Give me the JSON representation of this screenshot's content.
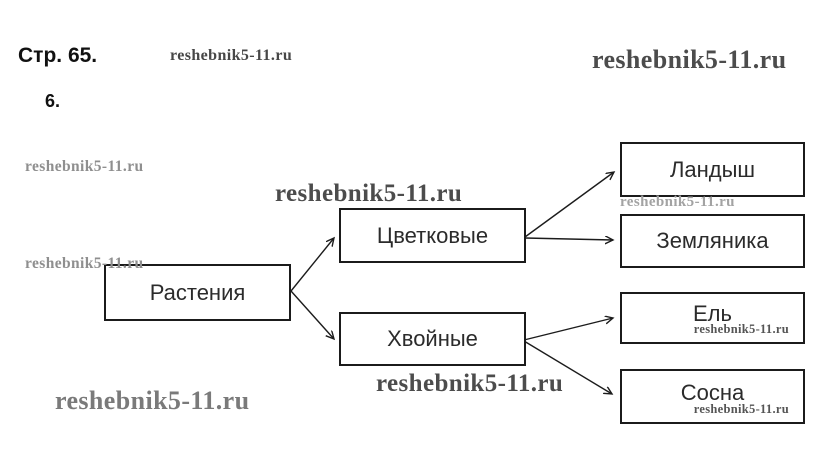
{
  "page": {
    "label": "Стр. 65.",
    "item_number": "6."
  },
  "watermarks": [
    {
      "id": "top-left-small",
      "text": "reshebnik5-11.ru"
    },
    {
      "id": "top-right-large",
      "text": "reshebnik5-11.ru"
    },
    {
      "id": "left-upper",
      "text": "reshebnik5-11.ru"
    },
    {
      "id": "left-mid",
      "text": "reshebnik5-11.ru"
    },
    {
      "id": "above-cvetkovye",
      "text": "reshebnik5-11.ru"
    },
    {
      "id": "below-hvoynye",
      "text": "reshebnik5-11.ru"
    },
    {
      "id": "bottom-left",
      "text": "reshebnik5-11.ru"
    },
    {
      "id": "between-landysh-zemlyanika",
      "text": "reshebnik5-11.ru"
    }
  ],
  "diagram": {
    "nodes": [
      {
        "id": "rasteniya",
        "label": "Растения"
      },
      {
        "id": "cvetkovye",
        "label": "Цветковые"
      },
      {
        "id": "hvoynye",
        "label": "Хвойные"
      },
      {
        "id": "landysh",
        "label": "Ландыш"
      },
      {
        "id": "zemlyanika",
        "label": "Земляника"
      },
      {
        "id": "el",
        "label": "Ель",
        "inner_watermark": "reshebnik5-11.ru"
      },
      {
        "id": "sosna",
        "label": "Сосна",
        "inner_watermark": "reshebnik5-11.ru"
      }
    ],
    "edges": [
      {
        "from": "Растения",
        "to": "Цветковые"
      },
      {
        "from": "Растения",
        "to": "Хвойные"
      },
      {
        "from": "Цветковые",
        "to": "Ландыш"
      },
      {
        "from": "Цветковые",
        "to": "Земляника"
      },
      {
        "from": "Хвойные",
        "to": "Ель"
      },
      {
        "from": "Хвойные",
        "to": "Сосна"
      }
    ],
    "colors": {
      "box_border": "#1b1b1b",
      "label_text": "#2b2b2b",
      "watermark_dark": "#4c4c4c",
      "watermark_light": "#8f8f8f"
    }
  }
}
